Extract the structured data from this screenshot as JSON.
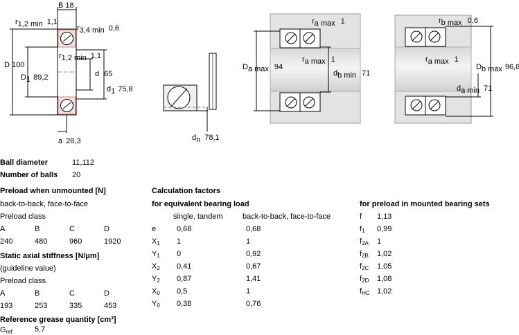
{
  "drawing": {
    "dims": {
      "B": "B",
      "B_val": "18",
      "r12": "r",
      "r12_sub": "1,2 min",
      "r12_val": "1,1",
      "r34": "r",
      "r34_sub": "3,4 min",
      "r34_val": "0,6",
      "D": "D",
      "D_val": "100",
      "D1": "D",
      "D1_sub": "1",
      "D1_val": "89,2",
      "r12b": "r",
      "r12b_sub": "1,2 min",
      "r12b_val": "1,1",
      "d": "d",
      "d_val": "65",
      "d1": "d",
      "d1_sub": "1",
      "d1_val": "75,8",
      "a": "a",
      "a_val": "28,3",
      "dn": "d",
      "dn_sub": "n",
      "dn_val": "78,1"
    },
    "mount1": {
      "ra1": "r",
      "ra1_sub": "a max",
      "ra1_val": "1",
      "ra2": "r",
      "ra2_sub": "a max",
      "ra2_val": "1",
      "Da": "D",
      "Da_sub": "a max",
      "Da_val": "94",
      "db": "d",
      "db_sub": "b min",
      "db_val": "71"
    },
    "mount2": {
      "rb": "r",
      "rb_sub": "b max",
      "rb_val": "0,6",
      "ra": "r",
      "ra_sub": "a max",
      "ra_val": "1",
      "Db": "D",
      "Db_sub": "b max",
      "Db_val": "96,8",
      "da": "d",
      "da_sub": "a min",
      "da_val": "71"
    }
  },
  "ball": {
    "diameter_label": "Ball diameter",
    "diameter_value": "11,112",
    "number_label": "Number of balls",
    "number_value": "20"
  },
  "preload": {
    "title": "Preload when unmounted [N]",
    "arrangement": "back-to-back, face-to-face",
    "class_label": "Preload class",
    "classes": [
      "A",
      "B",
      "C",
      "D"
    ],
    "values": [
      "240",
      "480",
      "960",
      "1920"
    ]
  },
  "stiffness": {
    "title": "Static axial stiffness [N/µm]",
    "note": "(guideline value)",
    "class_label": "Preload class",
    "classes": [
      "A",
      "B",
      "C",
      "D"
    ],
    "values": [
      "193",
      "253",
      "335",
      "453"
    ]
  },
  "grease": {
    "title": "Reference grease quantity [cm³]",
    "label": "G",
    "label_sub": "ref",
    "value": "5,7"
  },
  "calc": {
    "title": "Calculation factors",
    "subtitle": "for equivalent bearing load",
    "col_single": "single, tandem",
    "col_b2b": "back-to-back, face-to-face",
    "rows": [
      {
        "sym": "e",
        "sub": "",
        "single": "0,68",
        "b2b": "0,68"
      },
      {
        "sym": "X",
        "sub": "1",
        "single": "1",
        "b2b": "1"
      },
      {
        "sym": "Y",
        "sub": "1",
        "single": "0",
        "b2b": "0,92"
      },
      {
        "sym": "X",
        "sub": "2",
        "single": "0,41",
        "b2b": "0,67"
      },
      {
        "sym": "Y",
        "sub": "2",
        "single": "0,87",
        "b2b": "1,41"
      },
      {
        "sym": "X",
        "sub": "0",
        "single": "0,5",
        "b2b": "1"
      },
      {
        "sym": "Y",
        "sub": "0",
        "single": "0,38",
        "b2b": "0,76"
      }
    ]
  },
  "mounted": {
    "title": "for preload in mounted bearing sets",
    "rows": [
      {
        "sym": "f",
        "sub": "",
        "value": "1,13"
      },
      {
        "sym": "f",
        "sub": "1",
        "value": "0,99"
      },
      {
        "sym": "f",
        "sub": "2A",
        "value": "1"
      },
      {
        "sym": "f",
        "sub": "2B",
        "value": "1,02"
      },
      {
        "sym": "f",
        "sub": "2C",
        "value": "1,05"
      },
      {
        "sym": "f",
        "sub": "2D",
        "value": "1,08"
      },
      {
        "sym": "f",
        "sub": "HC",
        "value": "1,02"
      }
    ]
  }
}
